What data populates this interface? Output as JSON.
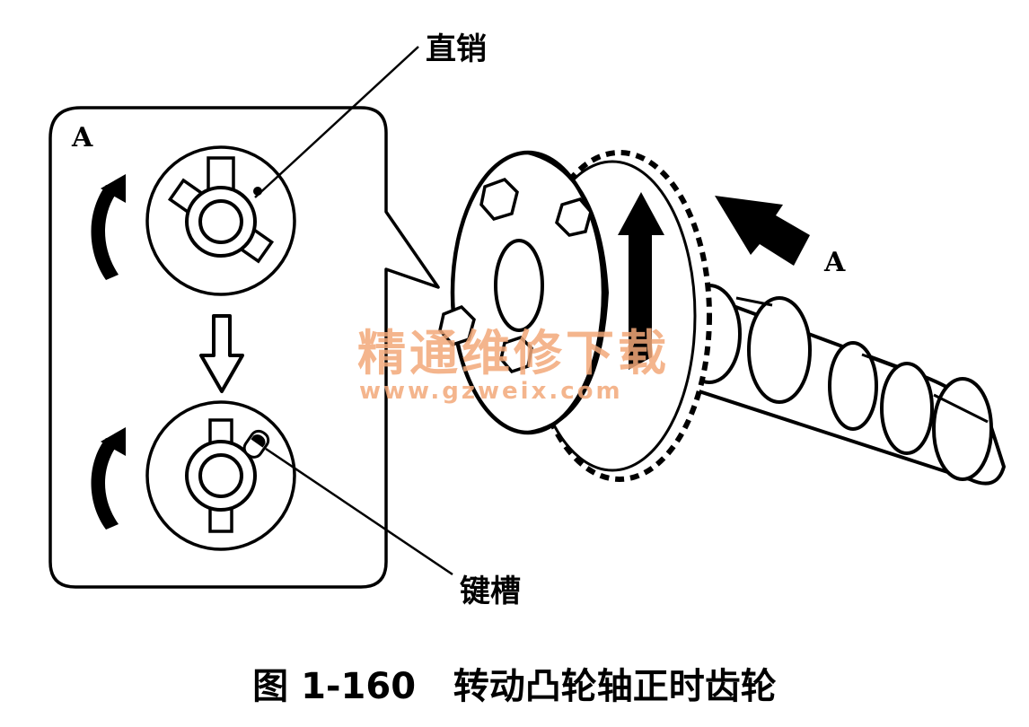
{
  "labels": {
    "straight_pin": "直销",
    "keyway": "键槽",
    "view_a_panel": "A",
    "view_a_arrow": "A"
  },
  "caption": "图 1-160   转动凸轮轴正时齿轮",
  "watermark": {
    "line1": "精通维修下载",
    "line2": "www.gzweix.com"
  },
  "colors": {
    "ink": "#000000",
    "watermark": "#f3a97a"
  }
}
